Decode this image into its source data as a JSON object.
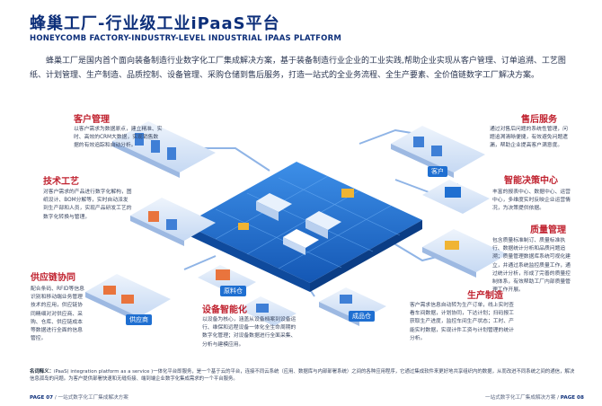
{
  "header": {
    "title": "蜂巢工厂-行业级工业iPaaS平台",
    "subtitle": "HONEYCOMB FACTORY-INDUSTRY-LEVEL INDUSTRIAL IPAAS PLATFORM"
  },
  "intro": "蜂巢工厂是国内首个面向装备制造行业数字化工厂集成解决方案，基于装备制造行业企业的工业实践,帮助企业实现从客户管理、订单追溯、工艺图纸、计划管理、生产制造、品质控制、设备管理、采购仓储到售后服务，打造一站式的全业务流程、全生产要素、全价值链数字工厂解决方案。",
  "sections": {
    "customer": {
      "title": "客户管理",
      "text": "以客户需求为数据原点，建立精准、实时、高效的CRM大数据，实现销售数据的有效追踪和自动分析。"
    },
    "tech": {
      "title": "技术工艺",
      "text": "对客户需求的产品进行数字化解构，图纸设计、BOM分解等，实时自动派发到生产部和人员，实现产品研发工艺的数字化转换与管理。"
    },
    "supply": {
      "title": "供应链协同",
      "text": "配合条码、RFID等信息识别和移动端业务管理技术的应用，供应链协同精细对对供应商、采购、仓库、供应链成本等数据进行全面的信息管控。"
    },
    "device": {
      "title": "设备智能化",
      "text": "以设备为核心，涵盖从设备档案到设备运行、维保和远程设备一体化全生命周期的数字化管理；对设备数据进行全面采集、分析与建模应用。"
    },
    "after_sales": {
      "title": "售后服务",
      "text": "通过对售后问题的系统性管理，问题追溯清晰便捷，有效避免问题遗漏，帮助企业提高客户满意度。"
    },
    "decision": {
      "title": "智能决策中心",
      "text": "丰富的报表中心、数据中心、运营中心，多维度实时反映企业运营情况，为决策提供依据。"
    },
    "quality": {
      "title": "质量管理",
      "text": "包含质量标准制订、质量标准执行、数据统计分析和品质问题追溯；质量管理数据库系统可视化建立，并通过系统监控质量工作，通过统计分析，形成了完善的质量控制体系，有效帮助工厂内部质量管理工作开展。"
    },
    "production": {
      "title": "生产制造",
      "text": "客户需求信息自动转为生产订单，线上实时查看车间数据，计划协同，下达计划；扫码报工获取生产进度，监控车间生产状态；工时、产能实时数据，实现计件工资与计划管理的统计分析。"
    }
  },
  "diagram_labels": {
    "customer": "客户",
    "raw_material": "原料仓",
    "supplier": "供应商",
    "finished": "成品仓"
  },
  "notes": {
    "label": "名词释义：",
    "text": "iPaaS( integration platform as a service )一体化平台即服务，是一个基于云的平台，连接不同云系统（应用、数据库与内部部署系统）之间的各种应用程序，它通过集成软件来更好地共享组织内的数据，从而改进不同系统之间的通信，解决信息孤岛的问题。为客户提供部署快速和无缝衔接、端到端企业数字化集成需求的一个平台服务。"
  },
  "footer": {
    "left_page": "PAGE 07",
    "left_text": "一站式数字化工厂集成解决方案",
    "right_text": "一站式数字化工厂集成解决方案",
    "right_page": "PAGE 08"
  },
  "colors": {
    "title_blue": "#0d2f7a",
    "section_red": "#c0222f",
    "platform_blue": "#1f6fd1",
    "tile_light": "#d8e6f8"
  }
}
